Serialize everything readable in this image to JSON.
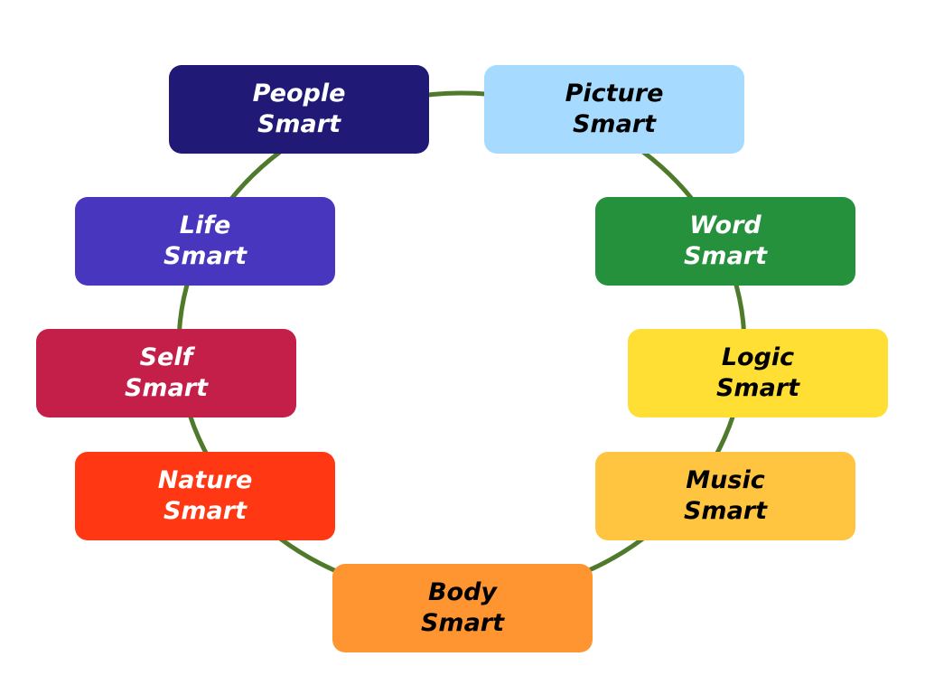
{
  "diagram": {
    "ring_color": "#4f7a2c",
    "nodes": [
      {
        "id": "people",
        "label": "People\nSmart",
        "color": "#201975",
        "text_color": "#ffffff"
      },
      {
        "id": "picture",
        "label": "Picture\nSmart",
        "color": "#a6dbff",
        "text_color": "#000000"
      },
      {
        "id": "life",
        "label": "Life\nSmart",
        "color": "#4936bf",
        "text_color": "#ffffff"
      },
      {
        "id": "word",
        "label": "Word\nSmart",
        "color": "#26913c",
        "text_color": "#ffffff"
      },
      {
        "id": "self",
        "label": "Self\nSmart",
        "color": "#c41f48",
        "text_color": "#ffffff"
      },
      {
        "id": "logic",
        "label": "Logic\nSmart",
        "color": "#ffdf33",
        "text_color": "#000000"
      },
      {
        "id": "nature",
        "label": "Nature\nSmart",
        "color": "#ff3712",
        "text_color": "#ffffff"
      },
      {
        "id": "music",
        "label": "Music\nSmart",
        "color": "#ffc440",
        "text_color": "#000000"
      },
      {
        "id": "body",
        "label": "Body\nSmart",
        "color": "#ff9531",
        "text_color": "#000000"
      }
    ]
  }
}
